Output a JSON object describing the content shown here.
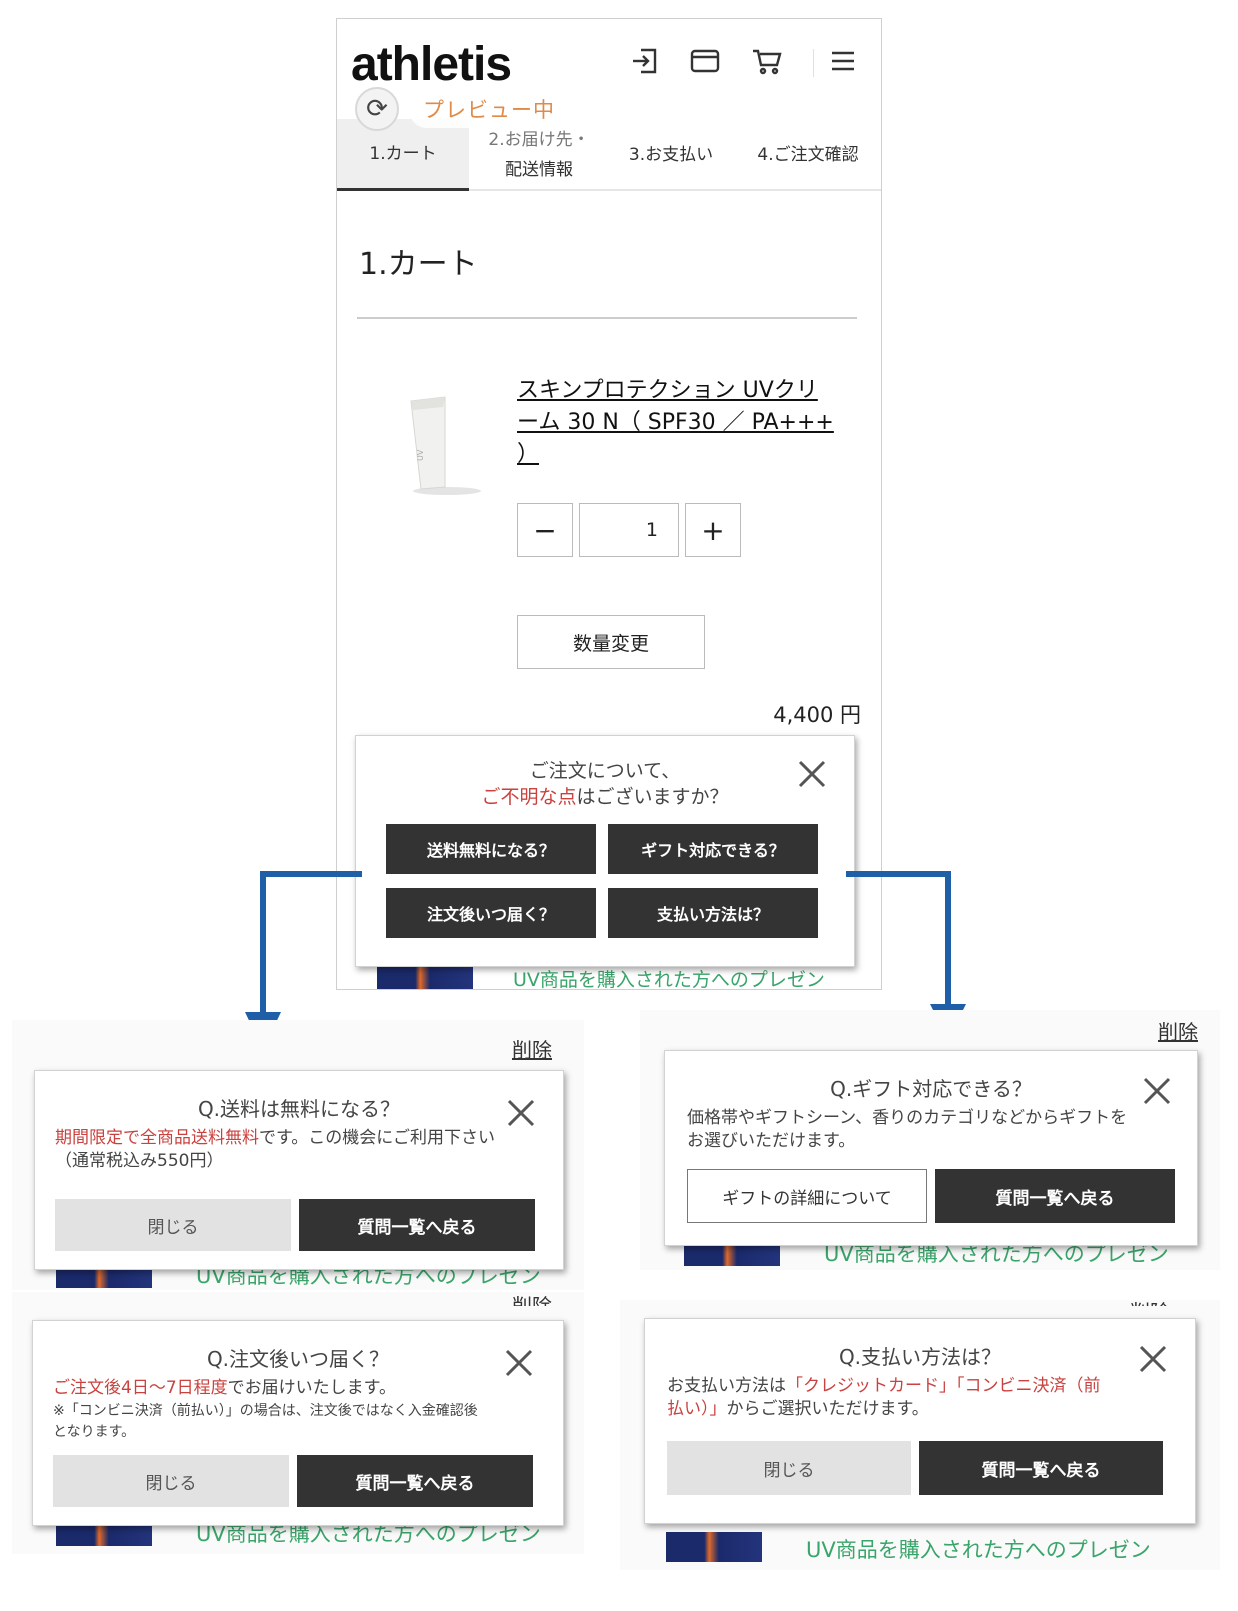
{
  "colors": {
    "accent_red": "#c9423f",
    "preview_orange": "#e08a48",
    "dark_button": "#333333",
    "arrow_blue": "#1f5fa8",
    "banner_green": "#3aa56a"
  },
  "header": {
    "logo": "athletis",
    "icons": [
      "login-icon",
      "card-icon",
      "cart-icon",
      "menu-icon"
    ],
    "preview_label": "プレビュー中"
  },
  "steps": [
    {
      "label": "1.カート",
      "active": true
    },
    {
      "label_line1": "2.お届け先・",
      "label_line2": "配送情報"
    },
    {
      "label": "3.お支払い"
    },
    {
      "label": "4.ご注文確認"
    }
  ],
  "cart": {
    "title": "1.カート",
    "product_name_lines": [
      "スキンプロテクション UVクリ",
      "ーム 30 N（ SPF30 ／ PA+++",
      "）"
    ],
    "qty_minus": "−",
    "qty_value": "1",
    "qty_plus": "+",
    "change_button": "数量変更",
    "price": "4,400 円"
  },
  "banner_text": "UV商品を購入された方へのプレゼン",
  "question_popup": {
    "title_line1": "ご注文について、",
    "title_line2_red": "ご不明な点",
    "title_line2_rest": "はございますか？",
    "buttons": [
      "送料無料になる？",
      "ギフト対応できる？",
      "注文後いつ届く？",
      "支払い方法は？"
    ]
  },
  "answers": {
    "delete_link": "削除",
    "delete_link_cut": "削除",
    "shipping": {
      "title": "Q.送料は無料になる？",
      "body_red": "期間限定で全商品送料無料",
      "body_rest": "です。この機会にご利用下さい",
      "body_line2": "（通常税込み550円）",
      "close_button": "閉じる",
      "back_button": "質問一覧へ戻る"
    },
    "gift": {
      "title": "Q.ギフト対応できる？",
      "body_line1": "価格帯やギフトシーン、香りのカテゴリなどからギフトを",
      "body_line2": "お選びいただけます。",
      "detail_button": "ギフトの詳細について",
      "back_button": "質問一覧へ戻る"
    },
    "delivery": {
      "title": "Q.注文後いつ届く？",
      "body_red": "ご注文後4日〜7日程度",
      "body_rest": "でお届けいたします。",
      "note_line1": "※「コンビニ決済（前払い）」の場合は、注文後ではなく入金確認後",
      "note_line2": "となります。",
      "close_button": "閉じる",
      "back_button": "質問一覧へ戻る"
    },
    "payment": {
      "title": "Q.支払い方法は？",
      "body_prefix": "お支払い方法は",
      "body_red1": "「クレジットカード」「コンビニ決済（前",
      "body_red2": "払い）」",
      "body_suffix": "からご選択いただけます。",
      "close_button": "閉じる",
      "back_button": "質問一覧へ戻る"
    }
  }
}
